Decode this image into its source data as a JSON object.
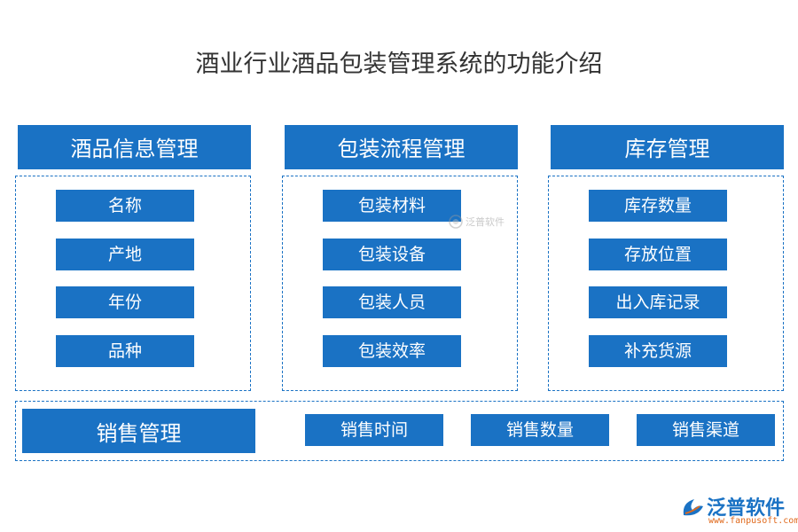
{
  "title": "酒业行业酒品包装管理系统的功能介绍",
  "columns": [
    {
      "header": "酒品信息管理",
      "items": [
        "名称",
        "产地",
        "年份",
        "品种"
      ]
    },
    {
      "header": "包装流程管理",
      "items": [
        "包装材料",
        "包装设备",
        "包装人员",
        "包装效率"
      ]
    },
    {
      "header": "库存管理",
      "items": [
        "库存数量",
        "存放位置",
        "出入库记录",
        "补充货源"
      ]
    }
  ],
  "sales": {
    "header": "销售管理",
    "items": [
      "销售时间",
      "销售数量",
      "销售渠道"
    ]
  },
  "watermark": {
    "text": "泛普软件"
  },
  "logo": {
    "name": "泛普软件",
    "url": "www.fanpusoft.com"
  },
  "colors": {
    "primary": "#1a72c4",
    "accent": "#e06a1d"
  }
}
